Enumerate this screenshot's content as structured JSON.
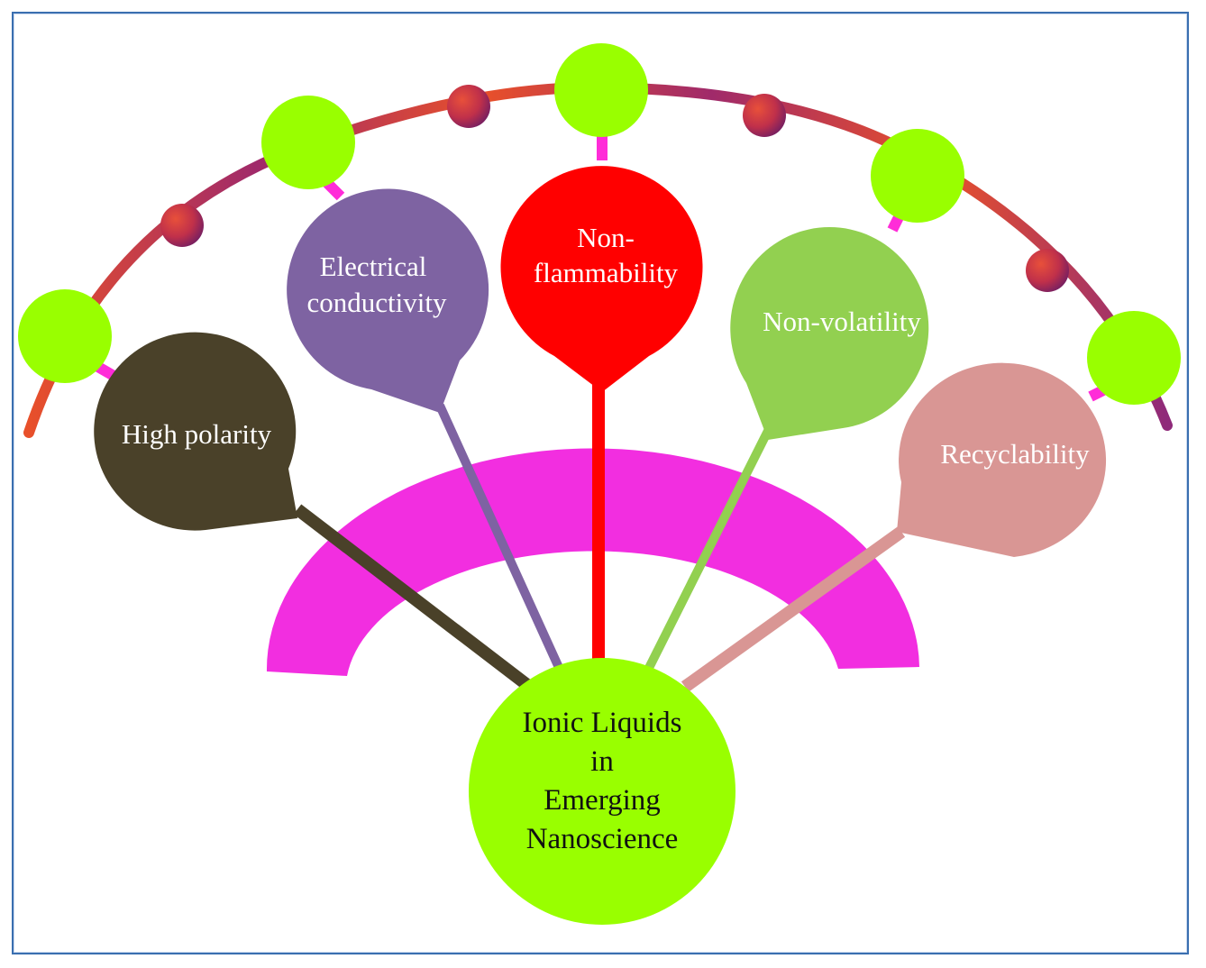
{
  "diagram": {
    "center": {
      "lines": [
        "Ionic Liquids",
        "in",
        "Emerging",
        "Nanoscience"
      ],
      "color": "#99ff00"
    },
    "properties": [
      {
        "id": "high-polarity",
        "lines": [
          "High polarity"
        ],
        "color": "#4a4129"
      },
      {
        "id": "electrical-conductivity",
        "lines": [
          "Electrical",
          "conductivity"
        ],
        "color": "#7e63a2"
      },
      {
        "id": "non-flammability",
        "lines": [
          "Non-",
          "flammability"
        ],
        "color": "#ff0000"
      },
      {
        "id": "non-volatility",
        "lines": [
          "Non-volatility"
        ],
        "color": "#92d050"
      },
      {
        "id": "recyclability",
        "lines": [
          "Recyclability"
        ],
        "color": "#d99694"
      }
    ],
    "colors": {
      "arc_band": "#f22ee0",
      "node": "#99ff00",
      "connector": "#ff2cd8",
      "outer_arc_start": "#e8502a",
      "outer_arc_end": "#8f2a7a",
      "bead": "#c0304a",
      "frame": "#3a6fb0"
    }
  }
}
